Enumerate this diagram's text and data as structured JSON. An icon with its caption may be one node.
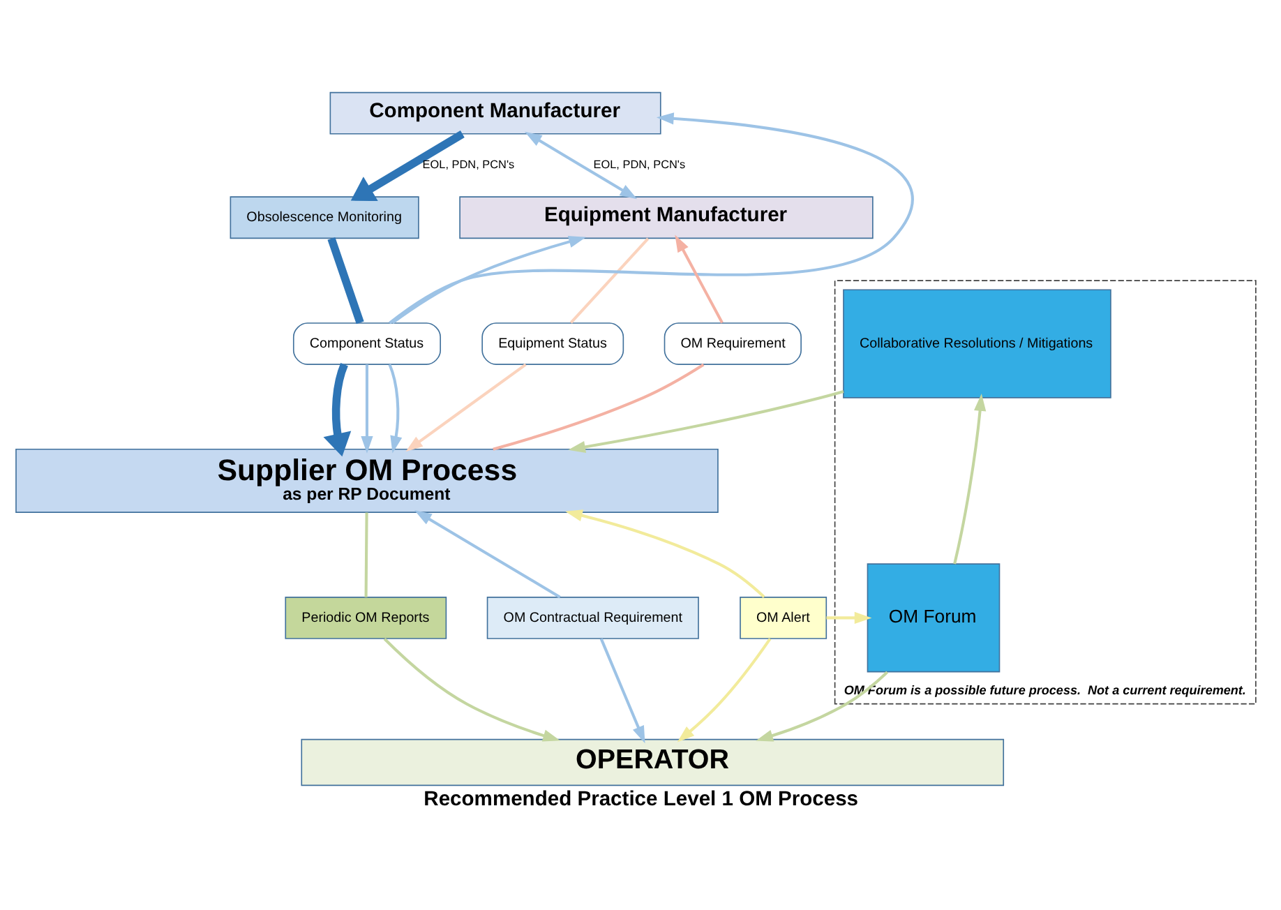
{
  "diagram": {
    "caption": "Recommended Practice Level 1 OM Process",
    "nodes": [
      {
        "text": [
          "Component Manufacturer"
        ]
      },
      {
        "text": [
          "Obsolescence Monitoring"
        ]
      },
      {
        "text": [
          "Equipment Manufacturer"
        ]
      },
      {
        "text": [
          "OM Forum is a possible future process.  Not a current requirement."
        ]
      },
      {
        "text": [
          "Collaborative Resolutions / Mitigations"
        ],
        "in": 3
      },
      {
        "text": [
          "Component Status"
        ]
      },
      {
        "text": [
          "OM Requirement"
        ]
      },
      {
        "text": [
          "Equipment Status"
        ]
      },
      {
        "text": [
          "Supplier OM Process",
          "as per RP Document"
        ]
      },
      {
        "text": [
          "OM Contractual Requirement"
        ]
      },
      {
        "text": [
          "Periodic OM Reports"
        ]
      },
      {
        "text": [
          "OM Alert"
        ]
      },
      {
        "text": [
          "OM Forum"
        ],
        "in": 3
      },
      {
        "text": [
          "OPERATOR"
        ]
      }
    ],
    "edges": [
      {
        "from": 0,
        "to": 1,
        "arrow": "to",
        "label": "EOL, PDN, PCN's",
        "style": "thick",
        "color": "#2e75b6"
      },
      {
        "from": 0,
        "to": 2,
        "arrow": "both",
        "label": "EOL, PDN, PCN's"
      },
      {
        "from": 1,
        "to": 5,
        "arrow": "none",
        "style": "thick",
        "color": "#2e75b6"
      },
      {
        "from": 5,
        "to": 8,
        "arrow": "to",
        "style": "thick",
        "color": "#2e75b6"
      },
      {
        "from": 5,
        "to": 0,
        "arrow": "to"
      },
      {
        "from": 5,
        "to": 8,
        "arrow": "to"
      },
      {
        "from": 5,
        "to": 2,
        "arrow": "to"
      },
      {
        "from": 5,
        "to": 8,
        "arrow": "to"
      },
      {
        "from": 8,
        "to": 6,
        "arrow": "none",
        "color": "#f4b1a3"
      },
      {
        "from": 6,
        "to": 2,
        "arrow": "to",
        "color": "#f4b1a3"
      },
      {
        "from": 2,
        "to": 7,
        "arrow": "none",
        "color": "#fbd3bd"
      },
      {
        "from": 7,
        "to": 8,
        "arrow": "to",
        "color": "#fbd3bd"
      },
      {
        "from": 4,
        "to": 8,
        "arrow": "to",
        "color": "#c4d6a0"
      },
      {
        "from": 9,
        "to": 8,
        "arrow": "to"
      },
      {
        "from": 9,
        "to": 13,
        "arrow": "to"
      },
      {
        "from": 8,
        "to": 10,
        "arrow": "none",
        "color": "#c4d6a0"
      },
      {
        "from": 10,
        "to": 13,
        "arrow": "to",
        "color": "#c4d6a0"
      },
      {
        "from": 11,
        "to": 8,
        "arrow": "to",
        "color": "#f2eb9b"
      },
      {
        "from": 11,
        "to": 13,
        "arrow": "to",
        "color": "#f2eb9b"
      },
      {
        "from": 11,
        "to": 12,
        "arrow": "to",
        "color": "#f2eb9b"
      },
      {
        "from": 12,
        "to": 4,
        "arrow": "to",
        "color": "#c4d6a0"
      },
      {
        "from": 12,
        "to": 13,
        "arrow": "to",
        "color": "#c4d6a0"
      }
    ]
  }
}
